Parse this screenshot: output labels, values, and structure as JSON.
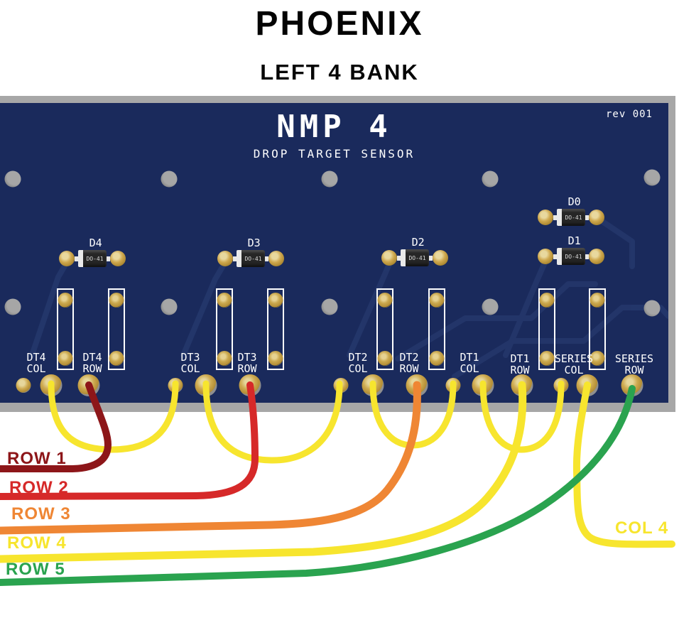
{
  "title": "PHOENIX",
  "subtitle": "LEFT 4 BANK",
  "board": {
    "name": "NMP 4",
    "tagline": "DROP TARGET SENSOR",
    "rev": "rev 001",
    "diodes": [
      {
        "label": "D0",
        "package": "DO-41"
      },
      {
        "label": "D1",
        "package": "DO-41"
      },
      {
        "label": "D2",
        "package": "DO-41"
      },
      {
        "label": "D3",
        "package": "DO-41"
      },
      {
        "label": "D4",
        "package": "DO-41"
      }
    ],
    "terminals": [
      {
        "l1": "DT4",
        "l2": "COL"
      },
      {
        "l1": "DT4",
        "l2": "ROW"
      },
      {
        "l1": "DT3",
        "l2": "COL"
      },
      {
        "l1": "DT3",
        "l2": "ROW"
      },
      {
        "l1": "DT2",
        "l2": "COL"
      },
      {
        "l1": "DT2",
        "l2": "ROW"
      },
      {
        "l1": "DT1",
        "l2": "COL"
      },
      {
        "l1": "DT1",
        "l2": "ROW"
      },
      {
        "l1": "SERIES",
        "l2": "COL"
      },
      {
        "l1": "SERIES",
        "l2": "ROW"
      }
    ]
  },
  "wires": {
    "row1": {
      "label": "ROW 1",
      "color": "#8d1619",
      "from": "DT4 ROW"
    },
    "row2": {
      "label": "ROW 2",
      "color": "#d62929",
      "from": "DT3 ROW"
    },
    "row3": {
      "label": "ROW 3",
      "color": "#ef8634",
      "from": "DT2 ROW"
    },
    "row4": {
      "label": "ROW 4",
      "color": "#f7e52e",
      "from": "DT1 ROW"
    },
    "row5": {
      "label": "ROW 5",
      "color": "#2aa34f",
      "from": "SERIES ROW"
    },
    "col4": {
      "label": "COL 4",
      "color": "#f7e52e",
      "from": "SERIES COL"
    },
    "jumper_color": "#f7e52e"
  },
  "colors": {
    "board": "#1a2a5c",
    "frame": "#a7a7a7",
    "trace": "#2c4177",
    "silkscreen": "#ffffff",
    "pad_gold": "#cda94f",
    "title_text": "#030303"
  }
}
